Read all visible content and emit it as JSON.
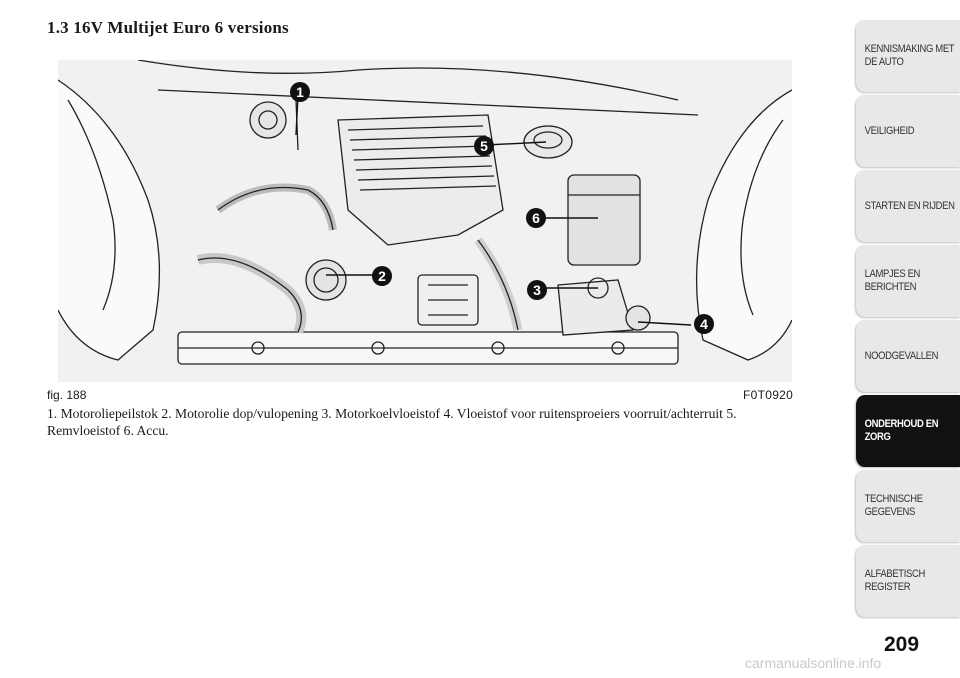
{
  "page": {
    "title": "1.3 16V Multijet Euro 6 versions",
    "page_number": "209",
    "watermark": "carmanualsonline.info"
  },
  "figure": {
    "id_label": "fig. 188",
    "code": "F0T0920",
    "callouts": [
      "1",
      "2",
      "3",
      "4",
      "5",
      "6"
    ],
    "legend": "1. Motoroliepeilstok 2. Motorolie dop/vulopening 3. Motorkoelvloeistof 4. Vloeistof voor ruitensproeiers voorruit/achterruit 5. Remvloeistof 6. Accu."
  },
  "nav": {
    "tabs": [
      {
        "label": "KENNISMAKING MET DE AUTO",
        "active": false
      },
      {
        "label": "VEILIGHEID",
        "active": false
      },
      {
        "label": "STARTEN EN RIJDEN",
        "active": false
      },
      {
        "label": "LAMPJES EN BERICHTEN",
        "active": false
      },
      {
        "label": "NOODGEVALLEN",
        "active": false
      },
      {
        "label": "ONDERHOUD EN ZORG",
        "active": true
      },
      {
        "label": "TECHNISCHE GEGEVENS",
        "active": false
      },
      {
        "label": "ALFABETISCH REGISTER",
        "active": false
      }
    ]
  }
}
